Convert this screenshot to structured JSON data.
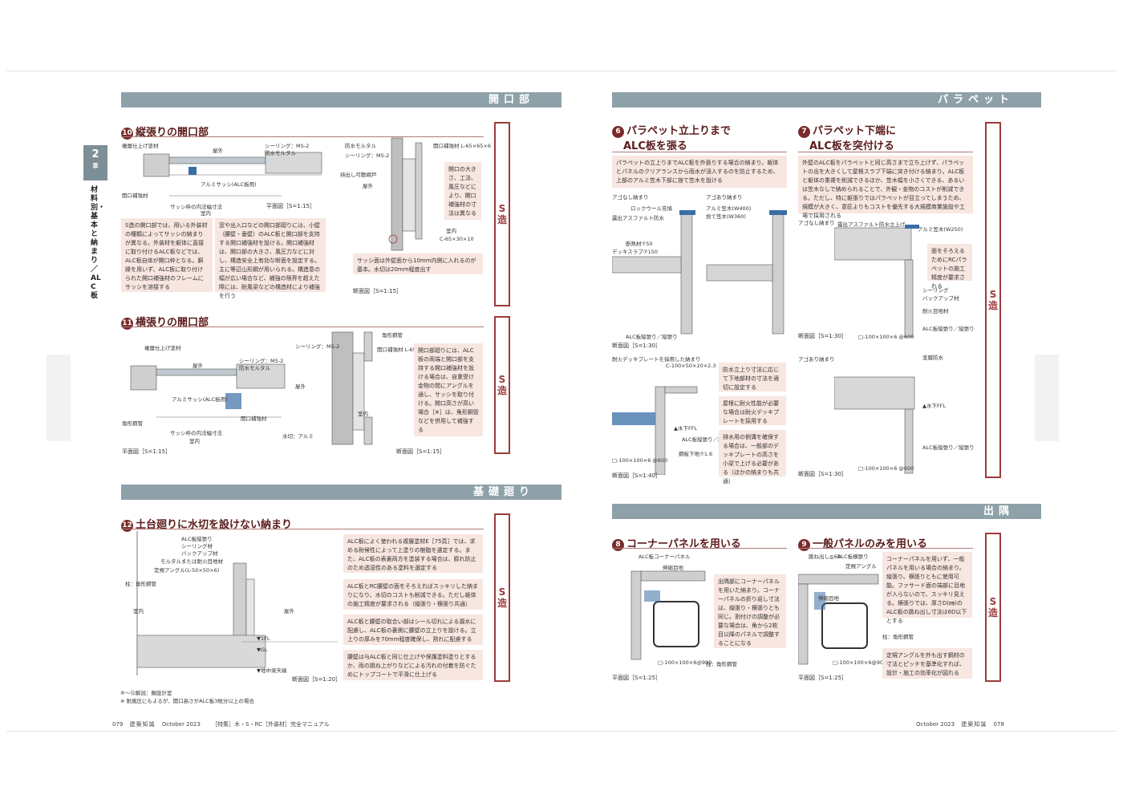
{
  "chapter": {
    "num": "2",
    "sub": "章",
    "title": "材料別・基本と納まり／ALC板"
  },
  "bands": {
    "kaikoubu": "開口部",
    "parapet": "パラペット",
    "kiso": "基礎廻り",
    "desumi": "出隅"
  },
  "sections": {
    "s10": {
      "num": "10",
      "title": "縦張りの開口部"
    },
    "s11": {
      "num": "11",
      "title": "横張りの開口部"
    },
    "s12": {
      "num": "12",
      "title": "土台廻りに水切を設けない納まり"
    },
    "s6": {
      "num": "6",
      "title1": "パラペット立上りまで",
      "title2": "ALC板を張る"
    },
    "s7": {
      "num": "7",
      "title1": "パラペット下端に",
      "title2": "ALC板を突付ける"
    },
    "s8": {
      "num": "8",
      "title": "コーナーパネルを用いる"
    },
    "s9": {
      "num": "9",
      "title": "一般パネルのみを用いる"
    }
  },
  "s_zou": {
    "c1": "S",
    "c2": "造"
  },
  "notes": {
    "n10a": "S造の開口部では、用いる外装材の種類によってサッシの納まりが異なる。外装材を躯体に直接に取り付けるALC板などでは、ALC板自体が開口枠となる。胴縁を用いず、ALC板に取り付けられた開口補強材のフレームにサッシを溶接する",
    "n10b": "窓や出入口などの開口部廻りには、小壁（腰壁・垂壁）のALC板と開口部を支持する開口補強材を設ける。開口補強材は、開口部の大きさ、風圧力などに対し、構造安全上有効な断面を設定する。主に等辺山形鋼が用いられる。構造意の幅が広い場合など、補強の限界を超えた際には、耐風梁などの構造材により補強を行う",
    "n10c": "開口の大きさ、工法、風圧などにより、開口補強材の寸法は異なる",
    "n10d": "サッシ面は外壁面から10mm内側に入れるのが基本。水切は20mm程度出す",
    "n11a": "開口部廻りには、ALC板の両端と開口部を支持する開口補強材を設ける場合は、自重受け金物の間にアングルを通し、サッシを取り付ける。開口高さが高い場合［※］は、角形鋼管などを併用して補強する",
    "n12a": "ALC板によく使われる複層塗材E［75頁］では、求める耐候性によって上塗りの樹脂を選定する。また、ALC板の表裏両方を塗装する場合は、膨れ防止のため透湿性のある塗料を選定する",
    "n12b": "ALC板とRC腰壁の面をそろえればスッキリした納まりになり、水切のコストも削減できる。ただし躯体の施工精度が要求される（縦張り・横張り共通）",
    "n12c": "ALC板と腰壁の取合い部はシール切れによる漏水に配慮し、ALC板の裏側に腰壁の立上りを設ける。立上りの厚みを70mm程度確保し、割れに配慮する",
    "n12d": "腰壁は与ALC板と同じ仕上げや保護塗料塗りとするか、雨の跳ね上がりなどによる汚れの付着を防ぐためにトップコートで平滑に仕上げる",
    "n6a": "パラペットの立上りまでALC板を外張りする場合の納まり。躯体とパネルのクリアランスから雨水が浸入するのを防止するため、上部のアルミ笠木下部に捨て笠木を設ける",
    "n6b": "防水立上り寸法に応じて下地部材の寸法を適切に設定する",
    "n6c": "屋根に耐火性能が必要な場合は耐火デッキプレートを採用する",
    "n6d": "排水用の側溝を確保する場合は、一般部のデッキプレートの高さを小梁で上げる必要がある（ほかの納まりも共通）",
    "n7a": "外壁のALC板をパラペットと同じ高さまで立ち上げず、パラペットの出を大きくして屋根スラブ下端に突き付ける納まり。ALC板と躯体の重複を削減できるほか、笠木幅を小さくできる、あるいは笠木なしで納められることで、外観・金物のコストが削減できる。ただし、特に躯張りではパラペットが目立ってしまうため、規模が大きく、意匠よりもコストを優先する大規模商業施設や工場で採用される",
    "n7b": "面をそろえるためにRCパラペットの施工精度が要求される",
    "n8a": "出隅部にコーナーパネルを用いた納まり。コーナーパネルの折り返し寸法は、縦張り・横張りとも同じ。割付けの調整が必要な場合は、角から2枚目以降のパネルで調整することになる",
    "n9a": "コーナーパネルを用いず、一般パネルを用いる場合の納まり。縦張り、横張りともに使用可能。ファサード面の端部に目地が入らないので、スッキリ見える。横張りでは、厚さD(㎜)のALC板の跳ね出し寸法は6D以下とする",
    "n9b": "定規アングルを外も出す鋼材の寸法とピッチを基準化すれば、設計・施工の効率化が図れる"
  },
  "scales": {
    "s10plan": "平面図［S=1:15］",
    "s10sec": "断面図［S=1:15］",
    "s11plan": "平面図［S=1:15］",
    "s11sec": "断面図［S=1:15］",
    "s12sec": "断面図［S=1:20］",
    "s6sec": "断面図［S=1:30］",
    "s6sec2": "断面図［S=1:40］",
    "s7sec": "断面図［S=1:30］",
    "s7sec2": "断面図［S=1:30］",
    "s8plan": "平面図［S=1:25］",
    "s9plan": "平面図［S=1:25］"
  },
  "labels": {
    "l10_1": "複層仕上げ塗材",
    "l10_2": "シーリング：MS-2",
    "l10_3": "防水モルタル",
    "l10_4": "屋外",
    "l10_5": "アルミサッシ(ALC板用)",
    "l10_6": "開口補強材",
    "l10_7": "サッシ枠の内法幅寸法",
    "l10_8": "室内",
    "l10s_1": "防水モルタル",
    "l10s_2": "シーリング：MS-2",
    "l10s_3": "持出し可動網戸",
    "l10s_4": "屋外",
    "l10s_5": "開口補強材 L-65×65×6",
    "l10s_6": "室内",
    "l10s_7": "C-65×30×10",
    "l11_1": "複層仕上げ塗材",
    "l11_2": "シーリング：MS-2",
    "l11_3": "防水モルタル",
    "l11_4": "屋外",
    "l11_5": "アルミサッシ(ALC板用)",
    "l11_6": "角形鋼管",
    "l11_7": "開口補強材",
    "l11_8": "室内",
    "l11_9": "サッシ枠の内法幅寸法",
    "l11s_1": "角形鋼管",
    "l11s_2": "開口補強材 L-65×65×6",
    "l11s_3": "シーリング：MS-2",
    "l11s_4": "屋外",
    "l11s_5": "水切：アルミ",
    "l11s_6": "室内",
    "l12_1": "ALC板縦張り",
    "l12_2": "シーリング材",
    "l12_3": "バックアップ材",
    "l12_4": "モルタルまたは耐火目地材",
    "l12_5": "定規アングル(L-50×50×6)",
    "l12_6": "柱：角形鋼管",
    "l12_7": "室内",
    "l12_8": "屋外",
    "l12_9": "▼1FL",
    "l12_10": "▼GL",
    "l12_11": "▼地中梁天端",
    "l6_1": "アゴなし納まり",
    "l6_2": "アゴあり納まり",
    "l6_3": "ロックウール充填",
    "l6_4": "アルミ笠木(W400)",
    "l6_5": "捨て笠木(W360)",
    "l6_6": "露出アスファルト防水",
    "l6_7": "断熱材⑦50",
    "l6_8": "デッキスラブ⑦150",
    "l6_9": "ALC板縦張り／縦張り",
    "l6_10": "耐火デッキプレートを採用した納まり",
    "l6_11": "C-100×50×20×2.3",
    "l6_12": "▲水下FFL",
    "l6_13": "ALC板縦張り／縦張り",
    "l6_14": "鋼板下地⑦1.6",
    "l6_15": "□-100×100×6 @600",
    "l7_1": "アゴなし納まり",
    "l7_2": "露出アスファルト防水立上げ",
    "l7_3": "アルミ笠木(W250)",
    "l7_4": "シーリング",
    "l7_5": "バックアップ材",
    "l7_6": "耐火目地材",
    "l7_7": "ALC板縦張り／縦張り",
    "l7_8": "□-100×100×6 @600",
    "l7_9": "アゴあり納まり",
    "l7_10": "塗膜防水",
    "l7_11": "▲水下FFL",
    "l8_1": "ALC板コーナーパネル",
    "l8_2": "伸縮目地",
    "l8_3": "□-100×100×6@900",
    "l8_4": "柱：角形鋼管",
    "l9_1": "跳ね出し≦6D",
    "l9_2": "ALC板横張り",
    "l9_3": "定規アングル",
    "l9_4": "伸縮目地",
    "l9_5": "□-100×100×6@900",
    "l9_6": "柱：角形鋼管"
  },
  "foot_notes": {
    "f1": "⑥〜⑫解説：類設計室",
    "f2": "※ 耐風圧にもよるが、開口高さがALC板3枚分以上の場合"
  },
  "footer": {
    "left_page": "079",
    "left_mag": "建築知識",
    "left_date": "October 2023",
    "left_title": "［特集］木・S・RC［外装材］完全マニュアル",
    "right_date": "October 2023",
    "right_mag": "建築知識",
    "right_page": "078"
  },
  "colors": {
    "band": "#8ea1a8",
    "accent": "#9b3b3b",
    "note_bg": "#f8e6e0"
  }
}
